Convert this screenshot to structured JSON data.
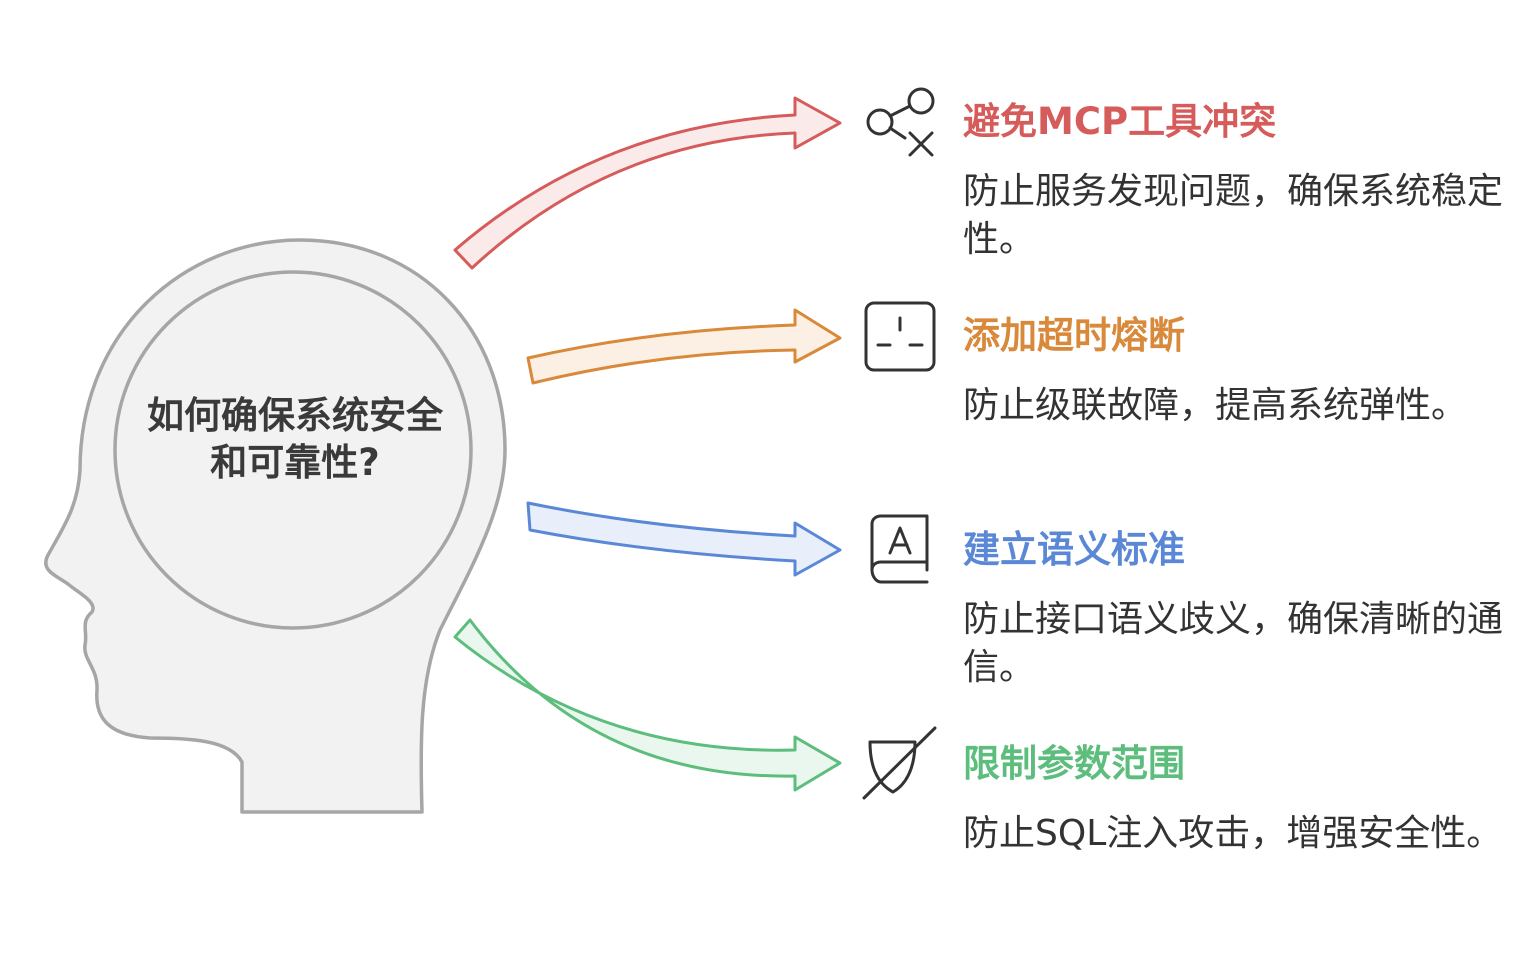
{
  "center": {
    "question": "如何确保系统安全和可靠性?"
  },
  "items": [
    {
      "title": "避免MCP工具冲突",
      "description": "防止服务发现问题，确保系统稳定性。",
      "icon": "share-off-icon",
      "color": "#d65b5b"
    },
    {
      "title": "添加超时熔断",
      "description": "防止级联故障，提高系统弹性。",
      "icon": "power-socket-icon",
      "color": "#d8893a"
    },
    {
      "title": "建立语义标准",
      "description": "防止接口语义歧义，确保清晰的通信。",
      "icon": "dictionary-book-icon",
      "color": "#5b88d6"
    },
    {
      "title": "限制参数范围",
      "description": "防止SQL注入攻击，增强安全性。",
      "icon": "shield-off-icon",
      "color": "#5cbd7c"
    }
  ]
}
